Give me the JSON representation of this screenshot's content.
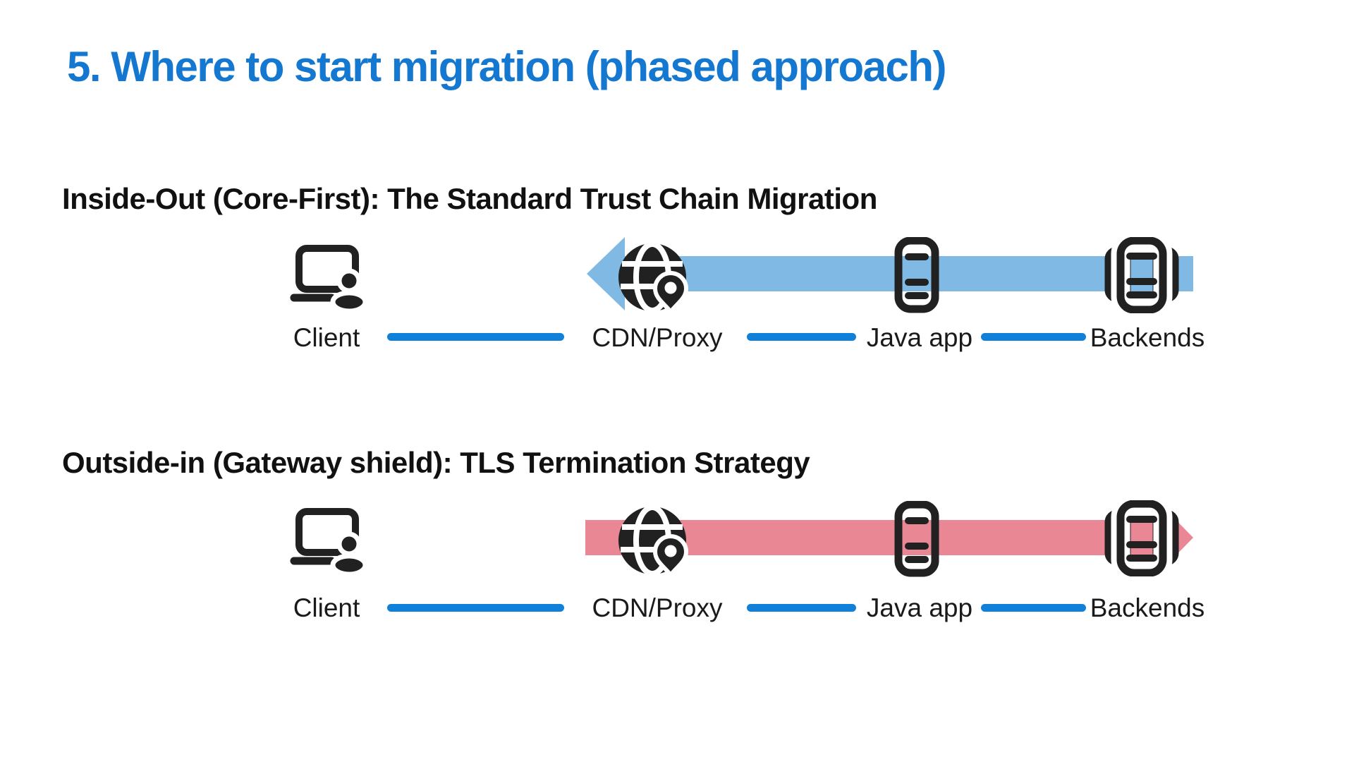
{
  "slide": {
    "title": "5. Where to start migration (phased approach)"
  },
  "sections": [
    {
      "id": "inside-out",
      "heading": "Inside-Out (Core-First): The Standard Trust Chain Migration",
      "arrow": {
        "direction": "left",
        "color": "#81B9E5"
      },
      "nodes": [
        {
          "label": "Client",
          "icon": "laptop-user-icon"
        },
        {
          "label": "CDN/Proxy",
          "icon": "globe-location-pin-icon"
        },
        {
          "label": "Java app",
          "icon": "server-icon"
        },
        {
          "label": "Backends",
          "icon": "server-group-icon"
        }
      ]
    },
    {
      "id": "outside-in",
      "heading": "Outside-in (Gateway shield): TLS Termination Strategy",
      "arrow": {
        "direction": "right",
        "color": "#E98795"
      },
      "nodes": [
        {
          "label": "Client",
          "icon": "laptop-user-icon"
        },
        {
          "label": "CDN/Proxy",
          "icon": "globe-location-pin-icon"
        },
        {
          "label": "Java app",
          "icon": "server-icon"
        },
        {
          "label": "Backends",
          "icon": "server-group-icon"
        }
      ]
    }
  ],
  "colors": {
    "background": "#ffffff",
    "title": "#1477D0",
    "heading": "#111111",
    "label": "#1a1a1a",
    "connector_line": "#1080D8",
    "arrow_blue": "#81B9E5",
    "arrow_pink": "#E98795",
    "icon_stroke": "#212121"
  }
}
